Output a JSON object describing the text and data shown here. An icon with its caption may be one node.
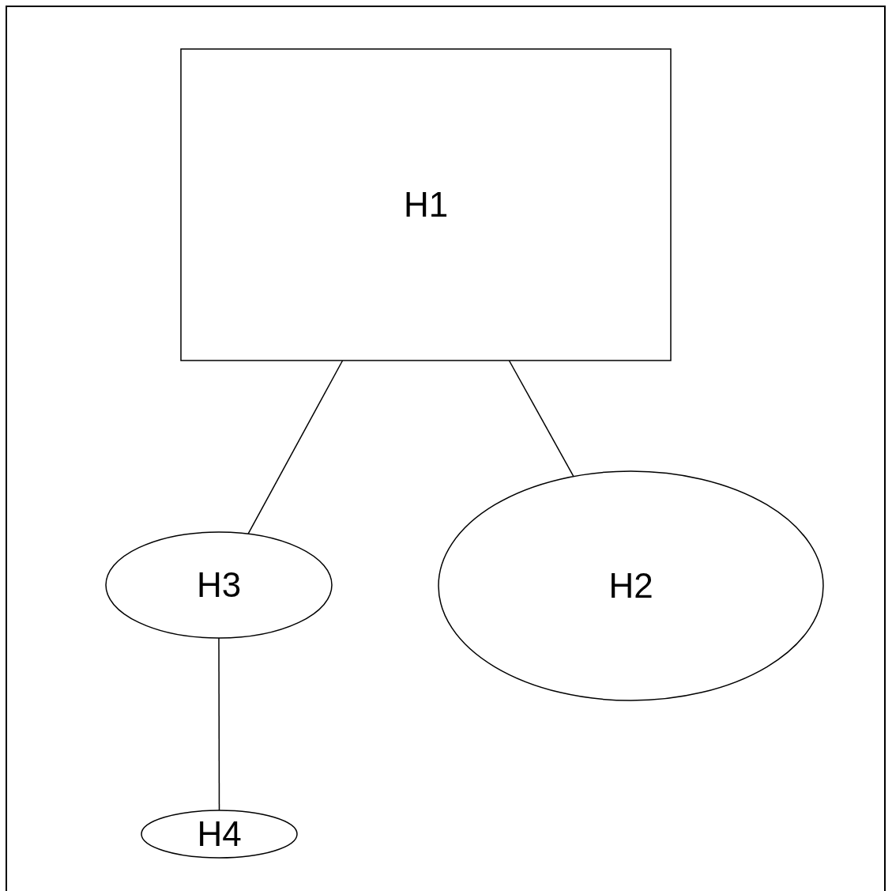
{
  "diagram": {
    "nodes": [
      {
        "text": [
          "H1"
        ]
      },
      {
        "text": [
          "H2"
        ]
      },
      {
        "text": [
          "H3"
        ]
      },
      {
        "text": [
          "H4"
        ]
      }
    ],
    "edges": [
      {
        "from": 0,
        "to": 2,
        "arrow": "none"
      },
      {
        "from": 0,
        "to": 1,
        "arrow": "none"
      },
      {
        "from": 2,
        "to": 3,
        "arrow": "none"
      }
    ]
  }
}
